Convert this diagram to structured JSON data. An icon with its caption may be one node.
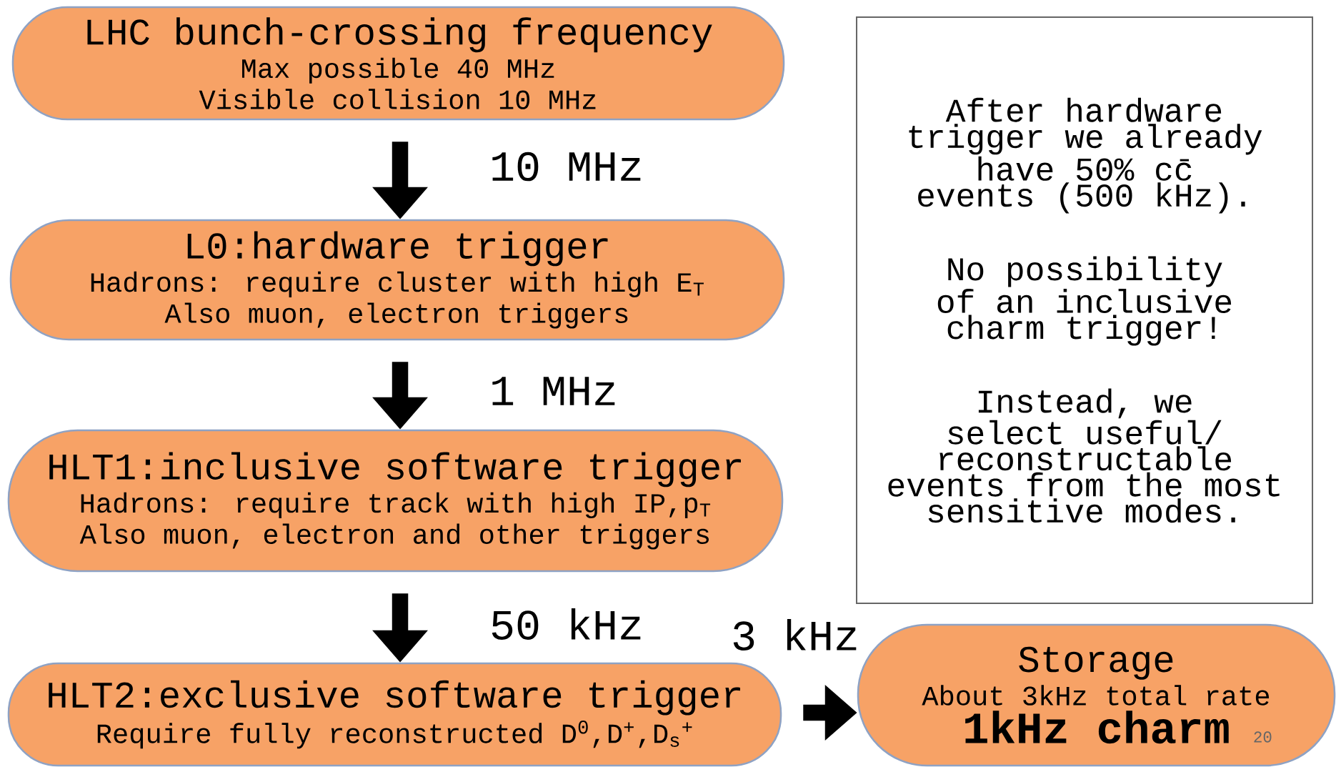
{
  "diagram": {
    "nodes": [
      {
        "text": [
          "LHC bunch-crossing frequency",
          "Max possible 40 MHz",
          "Visible collision 10 MHz"
        ]
      },
      {
        "text": [
          "L0:hardware trigger",
          "Hadrons: require cluster with high E$_{T}$",
          "Also muon, electron triggers"
        ]
      },
      {
        "text": [
          "HLT1:inclusive software trigger",
          "Hadrons: require track with high IP,p$_{T}$",
          "Also muon, electron and other triggers"
        ]
      },
      {
        "text": [
          "HLT2:exclusive software trigger",
          "Require fully reconstructed D$^{0}$,D$^{+}$,D$_{s}$$^{+}$"
        ]
      },
      {
        "text": [
          "After hardware trigger we already have 50% cc̄ events (500 kHz).",
          "No possibility of an inclusive charm trigger!",
          "Instead, we select useful/ reconstructable events from the most sensitive modes."
        ]
      },
      {
        "text": [
          "Storage",
          "About 3kHz total rate",
          "1kHz charm"
        ]
      }
    ],
    "edges": [
      {
        "from": 0,
        "to": 1,
        "arrow": "to",
        "label": "10 MHz"
      },
      {
        "from": 1,
        "to": 2,
        "arrow": "to",
        "label": "1 MHz"
      },
      {
        "from": 2,
        "to": 3,
        "arrow": "to",
        "label": "50 kHz"
      },
      {
        "from": 3,
        "to": 5,
        "arrow": "to",
        "label": "3 kHz"
      }
    ],
    "labels": [
      "20"
    ]
  }
}
